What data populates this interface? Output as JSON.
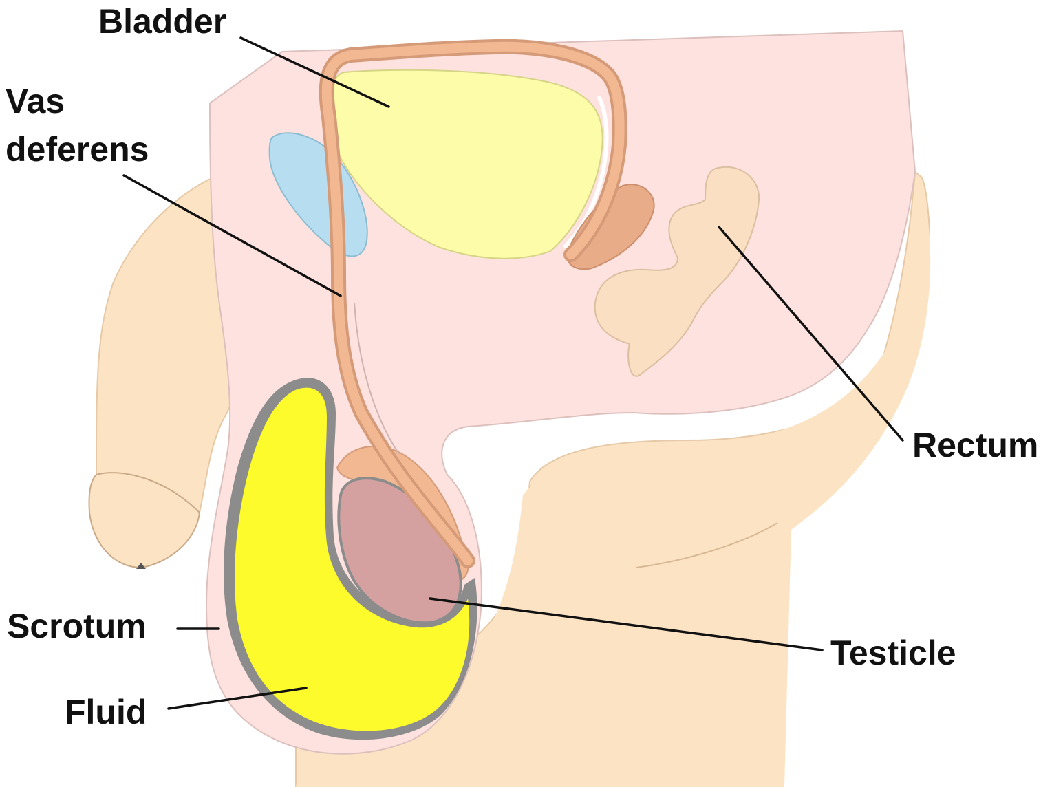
{
  "labels": {
    "bladder": "Bladder",
    "vas_line1": "Vas",
    "vas_line2": "deferens",
    "rectum": "Rectum",
    "scrotum": "Scrotum",
    "testicle": "Testicle",
    "fluid": "Fluid"
  },
  "colors": {
    "skin": "#fce3c4",
    "tissue": "#fde2df",
    "bladder": "#fdfca8",
    "pubic_bone": "#b7def0",
    "vas_deferens": "#f1b892",
    "vas_outline": "#d59a78",
    "testicle": "#d4a0a0",
    "fluid": "#fdfb2c",
    "tunica": "#8c8c8c",
    "rectum": "#fbdfc2",
    "prostate": "#e9ac88",
    "leader": "#111111"
  }
}
